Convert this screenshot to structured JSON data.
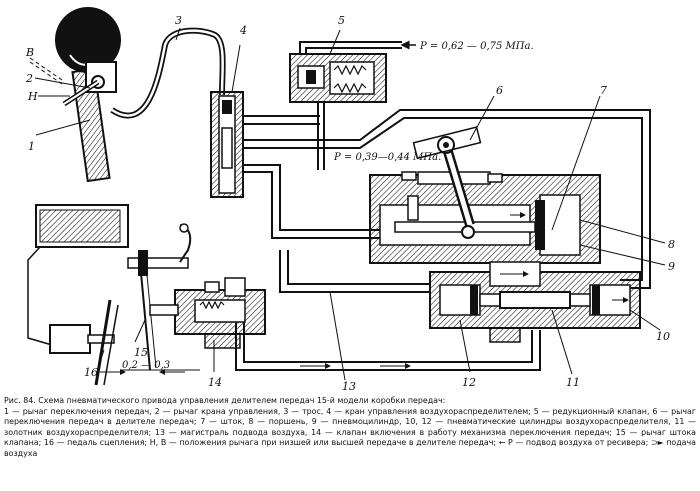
{
  "labels": {
    "n1": "1",
    "n2": "2",
    "n3": "3",
    "n4": "4",
    "n5": "5",
    "n6": "6",
    "n7": "7",
    "n8": "8",
    "n9": "9",
    "n10": "10",
    "n11": "11",
    "n12": "12",
    "n13": "13",
    "n14": "14",
    "n15": "15",
    "n16": "16",
    "B": "В",
    "H": "Н"
  },
  "pressures": {
    "supply": "Р = 0,62 — 0,75 МПа.",
    "divider": "Р = 0,39—0,44 МПа."
  },
  "clearance": "0,2 — 0,3",
  "caption": {
    "title": "Рис. 84. Схема пневматического привода управления делителем передач 15-й модели коробки передач:",
    "body": "1 — рычаг переключения передач, 2 — рычаг крана управления, 3 — трос, 4 — кран управления воздухораспределителем; 5 — редукционный клапан, 6 — рычаг переключения передач в делителе передач; 7 — шток, 8 — поршень, 9 — пневмоцилиндр, 10, 12 — пневматические цилиндры воздухораспределителя, 11 — золотник воздухораспределителя; 13 — магистраль подвода воздуха, 14 — клапан включения в работу механизма переключения передач; 15 — рычаг штока клапана; 16 — педаль сцепления; Н, В — положения рычага при низшей или высшей передаче в делителе передач; ← Р — подвод воздуха от ресивера; ⊃► подача воздуха"
  }
}
